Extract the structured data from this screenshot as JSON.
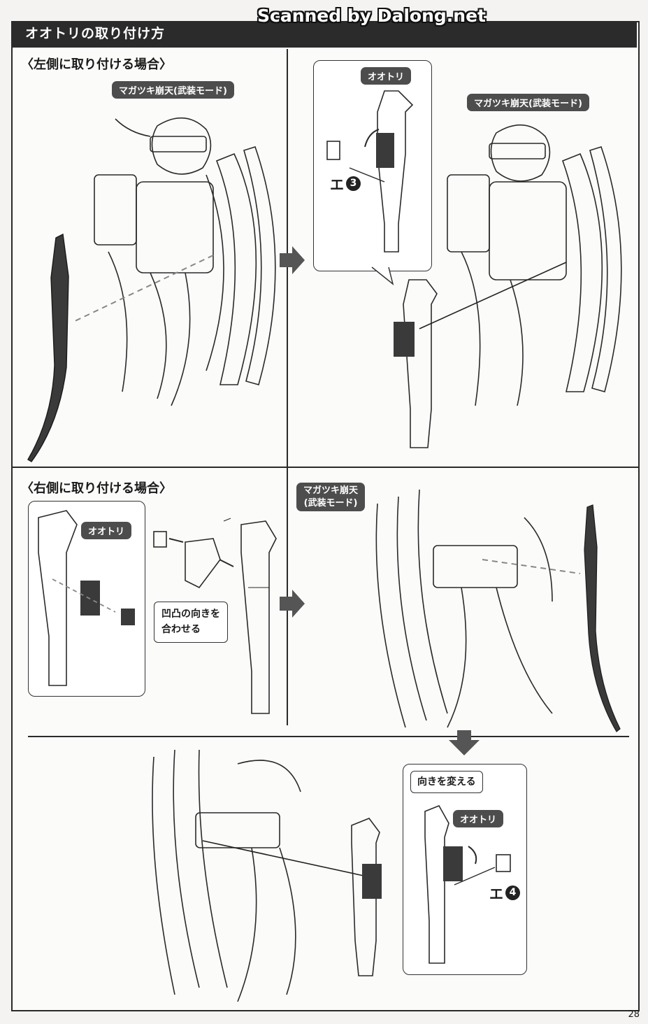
{
  "watermark": "Scanned by Dalong.net",
  "header": {
    "title": "オオトリの取り付け方"
  },
  "left_section": {
    "title": "〈左側に取り付ける場合〉",
    "figure_label": "マガツキ崩天(武装モード)",
    "callout_label": "オオトリ",
    "figure_label_2": "マガツキ崩天(武装モード)",
    "part_code": {
      "letter": "エ",
      "number": "3"
    }
  },
  "right_section": {
    "title": "〈右側に取り付ける場合〉",
    "callout_label": "オオトリ",
    "note_line1": "凹凸の向きを",
    "note_line2": "合わせる",
    "figure_label_line1": "マガツキ崩天",
    "figure_label_line2": "(武装モード)"
  },
  "bottom_section": {
    "note": "向きを変える",
    "callout_label": "オオトリ",
    "part_code": {
      "letter": "エ",
      "number": "4"
    }
  },
  "page_number": "28",
  "colors": {
    "header_bg": "#2b2b2b",
    "label_bg": "#4d4d4d",
    "part_dark": "#3a3a3a"
  }
}
